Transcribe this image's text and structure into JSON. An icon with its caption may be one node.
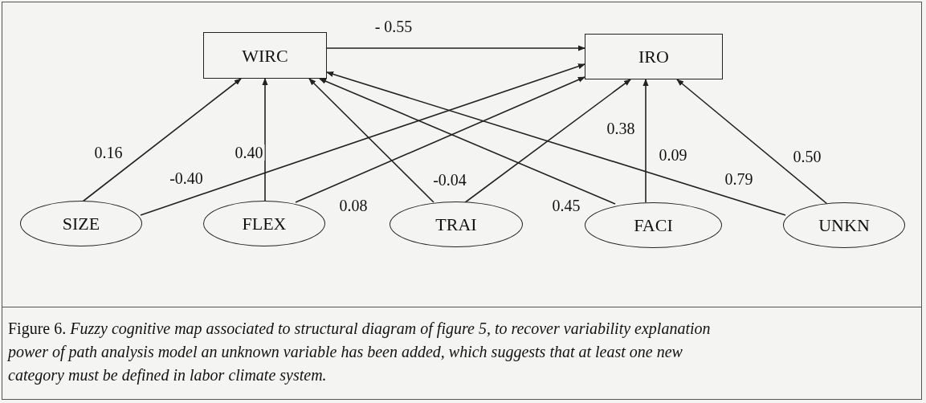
{
  "diagram": {
    "caption": "Figure 6. *Fuzzy cognitive map associated to structural diagram of figure 5, to  recover variability explanation power of path analysis model an unknown variable has been added, which suggests that at least one new category must be defined in labor climate system.*",
    "nodes": [
      {
        "text": [
          "WIRC"
        ]
      },
      {
        "text": [
          "IRO"
        ]
      },
      {
        "text": [
          "SIZE"
        ]
      },
      {
        "text": [
          "FLEX"
        ]
      },
      {
        "text": [
          "TRAI"
        ]
      },
      {
        "text": [
          "FACI"
        ]
      },
      {
        "text": [
          "UNKN"
        ]
      }
    ],
    "edges": [
      {
        "from": 0,
        "to": 1,
        "arrow": "to",
        "label": "- 0.55"
      },
      {
        "from": 2,
        "to": 0,
        "arrow": "to",
        "label": "0.16"
      },
      {
        "from": 3,
        "to": 0,
        "arrow": "to",
        "label": "0.40"
      },
      {
        "from": 4,
        "to": 0,
        "arrow": "to",
        "label": "-0.04"
      },
      {
        "from": 5,
        "to": 0,
        "arrow": "to",
        "label": "0.45"
      },
      {
        "from": 6,
        "to": 0,
        "arrow": "to",
        "label": "0.79"
      },
      {
        "from": 2,
        "to": 1,
        "arrow": "to",
        "label": "-0.40"
      },
      {
        "from": 3,
        "to": 1,
        "arrow": "to",
        "label": "0.08"
      },
      {
        "from": 4,
        "to": 1,
        "arrow": "to",
        "label": "0.38"
      },
      {
        "from": 5,
        "to": 1,
        "arrow": "to",
        "label": "0.09"
      },
      {
        "from": 6,
        "to": 1,
        "arrow": "to",
        "label": "0.50"
      }
    ]
  }
}
